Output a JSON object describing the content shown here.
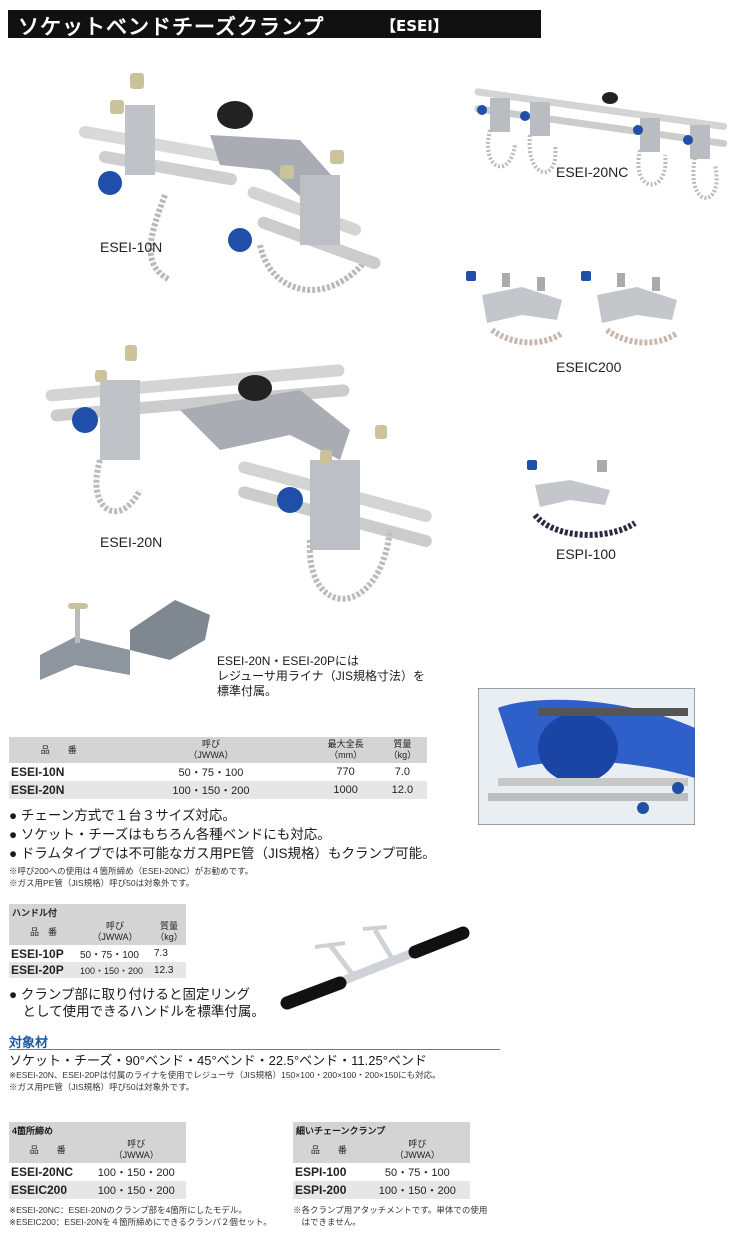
{
  "header": {
    "title": "ソケットベンドチーズクランプ",
    "code": "【ESEI】"
  },
  "photos": {
    "esei10n": "ESEI-10N",
    "esei20nc": "ESEI-20NC",
    "eseic200": "ESEIC200",
    "esei20n": "ESEI-20N",
    "espi100": "ESPI-100",
    "liner_note": "ESEI-20N・ESEI-20Pには\nレジューサ用ライナ（JIS規格寸法）を\n標準付属。"
  },
  "table1": {
    "h_model": "品　　番",
    "h_size": "呼び\n（JWWA）",
    "h_len": "最大全長\n（mm）",
    "h_mass": "質量\n（kg）",
    "rows": [
      {
        "model": "ESEI-10N",
        "size": "50・75・100",
        "len": "770",
        "mass": "7.0"
      },
      {
        "model": "ESEI-20N",
        "size": "100・150・200",
        "len": "1000",
        "mass": "12.0"
      }
    ]
  },
  "bullets": [
    "● チェーン方式で１台３サイズ対応。",
    "● ソケット・チーズはもちろん各種ベンドにも対応。",
    "● ドラムタイプでは不可能なガス用PE管（JIS規格）もクランプ可能。"
  ],
  "notes1": [
    "※呼び200への使用は４箇所締め（ESEI-20NC）がお勧めです。",
    "※ガス用PE管（JIS規格）呼び50は対象外です。"
  ],
  "handle": {
    "label": "ハンドル付",
    "h_model": "品　番",
    "h_size": "呼び\n（JWWA）",
    "h_mass": "質量\n（kg）",
    "rows": [
      {
        "model": "ESEI-10P",
        "size": "50・75・100",
        "mass": "7.3"
      },
      {
        "model": "ESEI-20P",
        "size": "100・150・200",
        "mass": "12.3"
      }
    ],
    "bullet": "● クランプ部に取り付けると固定リング\n　として使用できるハンドルを標準付属。"
  },
  "target": {
    "heading": "対象材",
    "text": "ソケット・チーズ・90°ベンド・45°ベンド・22.5°ベンド・11.25°ベンド",
    "notes": [
      "※ESEI-20N、ESEI-20Pは付属のライナを使用でレジューサ（JIS規格）150×100・200×100・200×150にも対応。",
      "※ガス用PE管（JIS規格）呼び50は対象外です。"
    ]
  },
  "four": {
    "label": "4箇所締め",
    "h_model": "品　　番",
    "h_size": "呼び\n（JWWA）",
    "rows": [
      {
        "model": "ESEI-20NC",
        "size": "100・150・200"
      },
      {
        "model": "ESEIC200",
        "size": "100・150・200"
      }
    ],
    "notes": [
      "※ESEI-20NC：ESEI-20Nのクランプ部を4箇所にしたモデル。",
      "※ESEIC200：ESEI-20Nを４箇所締めにできるクランパ２個セット。"
    ]
  },
  "thin": {
    "label": "細いチェーンクランプ",
    "h_model": "品　　番",
    "h_size": "呼び\n（JWWA）",
    "rows": [
      {
        "model": "ESPI-100",
        "size": "50・75・100"
      },
      {
        "model": "ESPI-200",
        "size": "100・150・200"
      }
    ],
    "notes": [
      "※各クランプ用アタッチメントです。単体での使用",
      "　はできません。"
    ]
  }
}
